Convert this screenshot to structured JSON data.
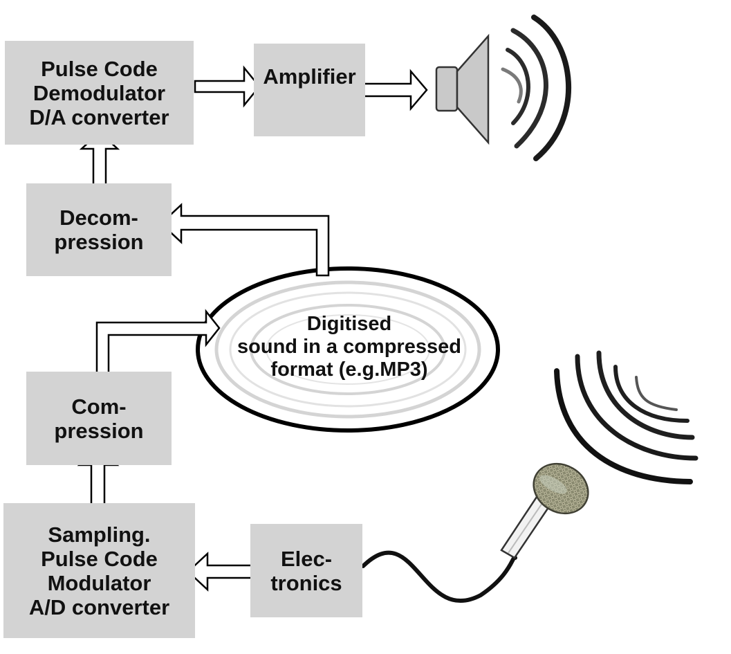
{
  "boxes": {
    "demodulator": {
      "lines": [
        "Pulse Code",
        "Demodulator",
        "D/A converter"
      ]
    },
    "amplifier": {
      "lines": [
        "Amplifier"
      ]
    },
    "decompression": {
      "lines": [
        "Decom-",
        "pression"
      ]
    },
    "compression": {
      "lines": [
        "Com-",
        "pression"
      ]
    },
    "modulator": {
      "lines": [
        "Sampling.",
        "Pulse Code",
        "Modulator",
        "A/D converter"
      ]
    },
    "electronics": {
      "lines": [
        "Elec-",
        "tronics"
      ]
    }
  },
  "disc": {
    "lines": [
      "Digitised",
      "sound in a compressed",
      "format (e.g.MP3)"
    ]
  },
  "colors": {
    "box_fill": "#d3d3d3",
    "text": "#111111",
    "outline": "#000000"
  },
  "icons": [
    "speaker-icon",
    "microphone-icon",
    "sound-waves-icon"
  ]
}
